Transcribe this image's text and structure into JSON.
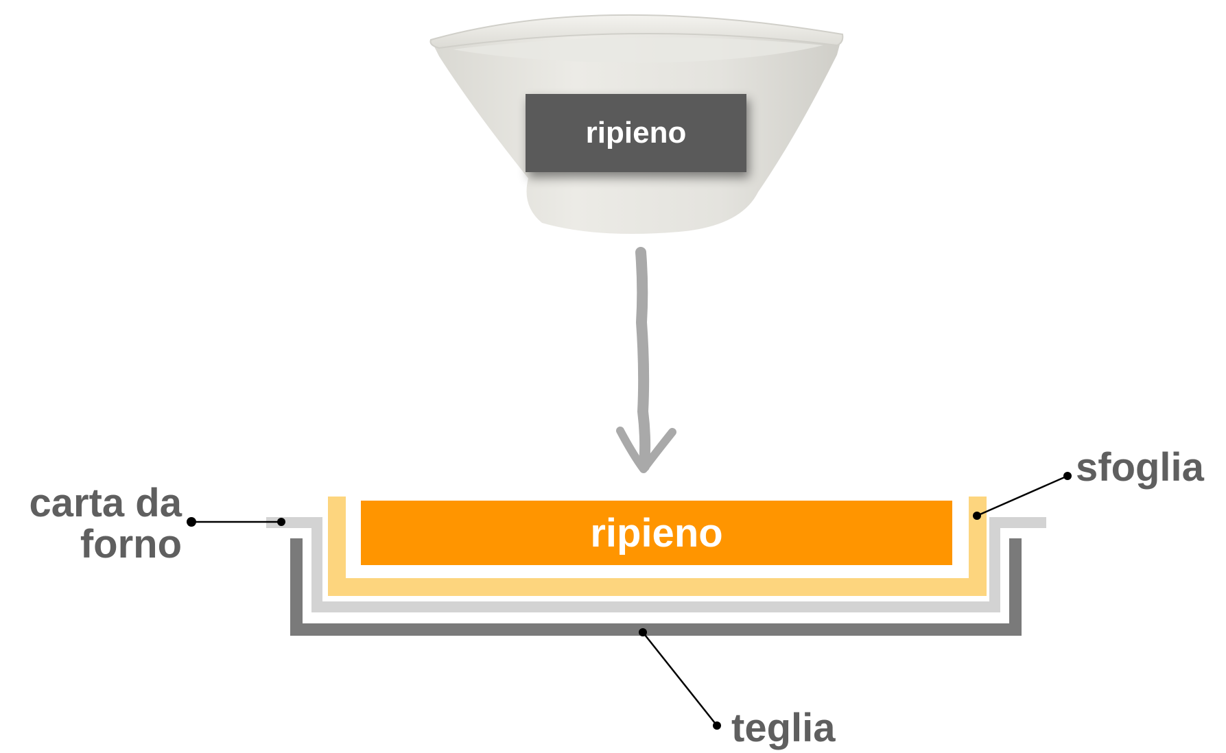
{
  "bowl": {
    "label": "ripieno"
  },
  "pan": {
    "filling_label": "ripieno"
  },
  "callouts": {
    "carta_line1": "carta da",
    "carta_line2": "forno",
    "sfoglia": "sfoglia",
    "teglia": "teglia"
  },
  "colors": {
    "bowl_label_bg": "#5a5a5a",
    "filling": "#ff9500",
    "pastry": "#fdd57e",
    "baking_paper": "#d3d3d3",
    "pan": "#7a7a7a",
    "arrow": "#a9a9a9",
    "label_text": "#5f5f5f"
  }
}
